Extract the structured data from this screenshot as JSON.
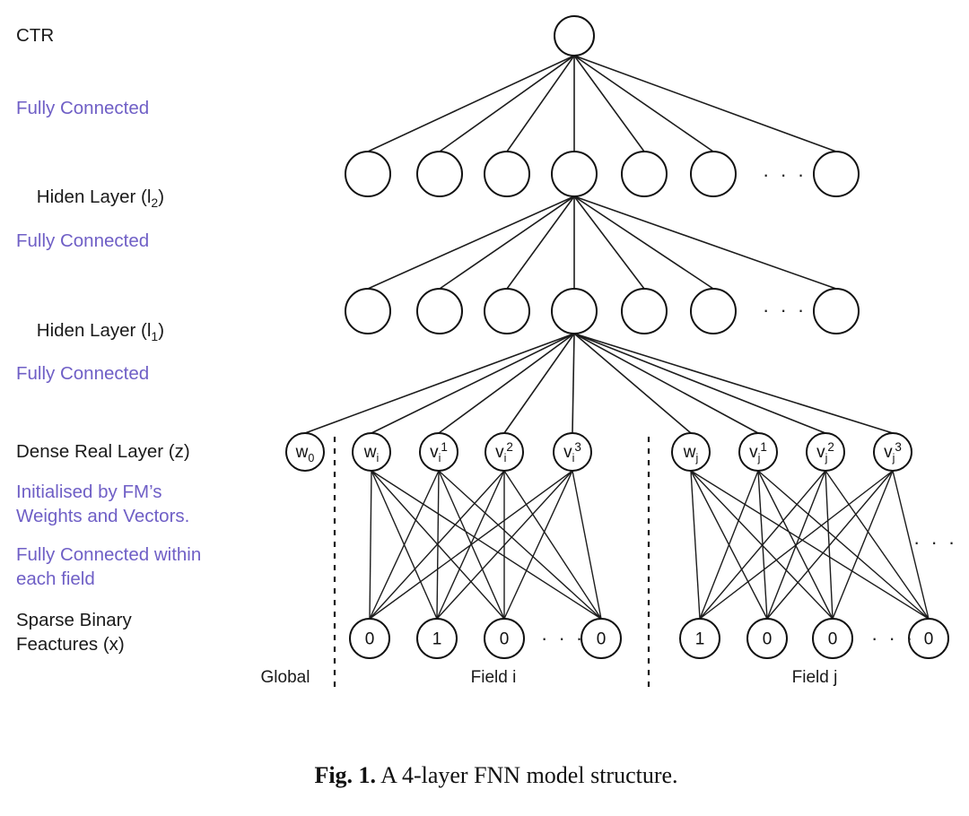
{
  "figure": {
    "caption_head": "Fig. 1.",
    "caption_text": " A 4-layer FNN model structure.",
    "accent_color": "#6f5fc6",
    "ink_color": "#111111"
  },
  "row_labels": [
    {
      "id": "ctr",
      "text": "CTR",
      "accent": false
    },
    {
      "id": "fc-3",
      "text": "Fully Connected",
      "accent": true
    },
    {
      "id": "hidden-2",
      "text": "Hiden Layer (l2)",
      "accent": false
    },
    {
      "id": "fc-2",
      "text": "Fully Connected",
      "accent": true
    },
    {
      "id": "hidden-1",
      "text": "Hiden Layer (l1)",
      "accent": false
    },
    {
      "id": "fc-1",
      "text": "Fully Connected",
      "accent": true
    },
    {
      "id": "dense",
      "text": "Dense Real Layer (z)",
      "accent": false
    },
    {
      "id": "init-note-line1",
      "text": "Initialised by FM’s",
      "accent": true
    },
    {
      "id": "init-note-line2",
      "text": "Weights and Vectors.",
      "accent": true
    },
    {
      "id": "field-fc-line1",
      "text": "Fully Connected within",
      "accent": true
    },
    {
      "id": "field-fc-line2",
      "text": "each field",
      "accent": true
    },
    {
      "id": "sparse-line1",
      "text": "Sparse Binary",
      "accent": false
    },
    {
      "id": "sparse-line2",
      "text": "Feactures (x)",
      "accent": false
    }
  ],
  "layers": {
    "output": {
      "name": "CTR",
      "nodes": [
        {
          "label": ""
        }
      ]
    },
    "hidden2": {
      "name": "Hiden Layer (l2)",
      "node_count": 7,
      "has_ellipsis": true,
      "nodes": [
        {
          "label": ""
        },
        {
          "label": ""
        },
        {
          "label": ""
        },
        {
          "label": ""
        },
        {
          "label": ""
        },
        {
          "label": ""
        },
        {
          "label": ""
        }
      ]
    },
    "hidden1": {
      "name": "Hiden Layer (l1)",
      "node_count": 7,
      "has_ellipsis": true,
      "nodes": [
        {
          "label": ""
        },
        {
          "label": ""
        },
        {
          "label": ""
        },
        {
          "label": ""
        },
        {
          "label": ""
        },
        {
          "label": ""
        },
        {
          "label": ""
        }
      ]
    },
    "dense": {
      "name": "Dense Real Layer (z)",
      "has_ellipsis": true,
      "nodes": [
        {
          "base": "w",
          "sub": "0",
          "sup": "",
          "group": "global"
        },
        {
          "base": "w",
          "sub": "i",
          "sup": "",
          "group": "field_i"
        },
        {
          "base": "v",
          "sub": "i",
          "sup": "1",
          "group": "field_i"
        },
        {
          "base": "v",
          "sub": "i",
          "sup": "2",
          "group": "field_i"
        },
        {
          "base": "v",
          "sub": "i",
          "sup": "3",
          "group": "field_i"
        },
        {
          "base": "w",
          "sub": "j",
          "sup": "",
          "group": "field_j"
        },
        {
          "base": "v",
          "sub": "j",
          "sup": "1",
          "group": "field_j"
        },
        {
          "base": "v",
          "sub": "j",
          "sup": "2",
          "group": "field_j"
        },
        {
          "base": "v",
          "sub": "j",
          "sup": "3",
          "group": "field_j"
        }
      ]
    },
    "input": {
      "name": "Sparse Binary Feactures (x)",
      "field_i": {
        "values": [
          "0",
          "1",
          "0",
          "0"
        ],
        "ellipsis_before_last": true
      },
      "field_j": {
        "values": [
          "1",
          "0",
          "0",
          "0"
        ],
        "ellipsis_before_last": true
      }
    }
  },
  "group_labels": [
    {
      "id": "global",
      "text": "Global"
    },
    {
      "id": "field-i",
      "text": "Field i"
    },
    {
      "id": "field-j",
      "text": "Field j"
    }
  ],
  "ellipses": [
    {
      "id": "hidden2-ellipsis",
      "text": "· · ·"
    },
    {
      "id": "hidden1-ellipsis",
      "text": "· · ·"
    },
    {
      "id": "dense-right-ellipsis",
      "text": "· · ·"
    },
    {
      "id": "input-field-i-ellipsis",
      "text": "· · ·"
    },
    {
      "id": "input-field-j-ellipsis",
      "text": "· · ·"
    }
  ]
}
